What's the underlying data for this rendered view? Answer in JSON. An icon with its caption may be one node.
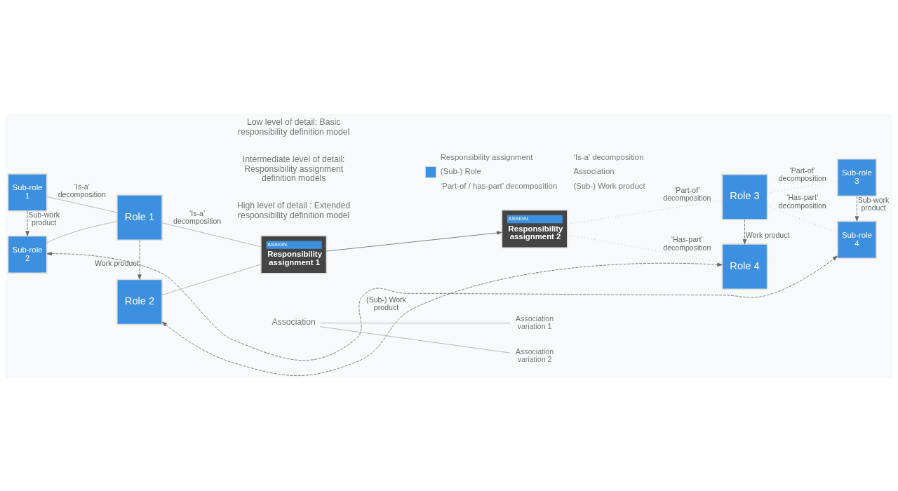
{
  "diagram": {
    "nodes": [
      {
        "text": [
          "Sub-role 1"
        ]
      },
      {
        "text": [
          "Sub-role 2"
        ]
      },
      {
        "text": [
          "Role 1"
        ]
      },
      {
        "text": [
          "Role 2"
        ]
      },
      {
        "text": [
          "ASSIGN.",
          "Responsibility assignment 1"
        ]
      },
      {
        "text": [
          "ASSIGN.",
          "Responsibility assignment 2"
        ]
      },
      {
        "text": [
          "Role 3"
        ]
      },
      {
        "text": [
          "Role 4"
        ]
      },
      {
        "text": [
          "Sub-role 3"
        ]
      },
      {
        "text": [
          "Sub-role 4"
        ]
      },
      {
        "text": [
          "Association"
        ]
      },
      {
        "text": [
          "Association variation 1"
        ]
      },
      {
        "text": [
          "Association variation 2"
        ]
      }
    ],
    "edges": [
      {
        "from": 0,
        "to": 2,
        "arrow": "none",
        "label": "‘Is-a’ decomposition"
      },
      {
        "from": 1,
        "to": 2,
        "arrow": "none"
      },
      {
        "from": 2,
        "to": 4,
        "arrow": "none",
        "label": "‘Is-a’ decomposition"
      },
      {
        "from": 3,
        "to": 4,
        "arrow": "none"
      },
      {
        "from": 4,
        "to": 5,
        "arrow": "to",
        "color": "#666666"
      },
      {
        "from": 5,
        "to": 6,
        "arrow": "none",
        "style": "dashed",
        "label": "‘Part-of’ decomposition"
      },
      {
        "from": 5,
        "to": 7,
        "arrow": "none",
        "style": "dashed",
        "label": "‘Has-part’ decomposition"
      },
      {
        "from": 6,
        "to": 8,
        "arrow": "none",
        "style": "dashed",
        "label": "‘Part-of’ decomposition"
      },
      {
        "from": 6,
        "to": 9,
        "arrow": "none",
        "style": "dashed",
        "label": "‘Has-part’ decomposition"
      },
      {
        "from": 0,
        "to": 1,
        "arrow": "to",
        "style": "dashed",
        "color": "#666666",
        "label": "Sub-work product"
      },
      {
        "from": 2,
        "to": 3,
        "arrow": "to",
        "style": "dashed",
        "color": "#666666",
        "label": "Work product"
      },
      {
        "from": 6,
        "to": 7,
        "arrow": "to",
        "style": "dashed",
        "color": "#666666",
        "label": "Work product"
      },
      {
        "from": 8,
        "to": 9,
        "arrow": "to",
        "style": "dashed",
        "color": "#666666",
        "label": "Sub-work product"
      },
      {
        "from": 3,
        "to": 7,
        "arrow": "both",
        "style": "dashed",
        "color": "#666666",
        "label": "(Sub-) Work product"
      },
      {
        "from": 1,
        "to": 9,
        "arrow": "both",
        "style": "dashed",
        "color": "#666666"
      },
      {
        "from": 10,
        "to": 11,
        "arrow": "none"
      },
      {
        "from": 10,
        "to": 12,
        "arrow": "none"
      }
    ],
    "labels": [
      "High level of detail : Extended responsibility definition model",
      "Intermediate level of detail: Responsibility assignment definition models",
      "Low level of detail: Basic responsibility definition model"
    ],
    "legend": [
      {
        "text": "Responsibility assignment"
      },
      {
        "text": "‘Is-a’ decomposition"
      },
      {
        "text": "(Sub-) Role",
        "color": "#3d8fe0"
      },
      {
        "text": "Association"
      },
      {
        "text": "‘Part-of / has-part’ decomposition"
      },
      {
        "text": "(Sub-) Work product"
      }
    ]
  }
}
